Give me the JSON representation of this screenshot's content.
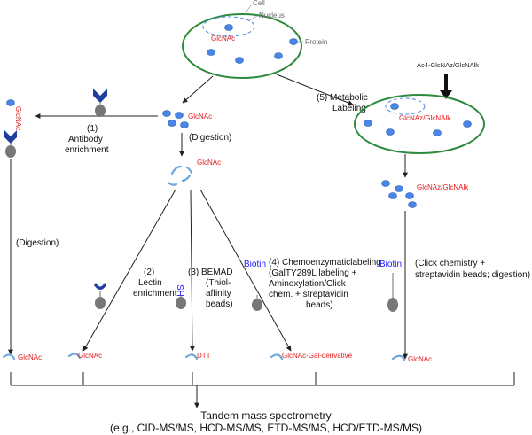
{
  "cell": {
    "cell_label": "Cell",
    "nucleus_label": "Nucleus",
    "protein_label": "Protein",
    "glcnac": "GlcNAc"
  },
  "metabolic": {
    "reagent": "Ac4-GlcNAz/GlcNAlk",
    "step_label": "(5) Metabolic",
    "step_label2": "Labeling",
    "cell_glcnac": "GlcNAz/GlcNAlk",
    "released": "GlcNAz/GlcNAlk",
    "procedure_lines": [
      "(Click chemistry +",
      "streptavidin beads; digestion)"
    ],
    "probe": "Biotin",
    "final": "GlcNAc"
  },
  "released_protein": {
    "glcnac": "GlcNAc"
  },
  "antibody": {
    "step_lines": [
      "(1)",
      "Antibody",
      "enrichment"
    ],
    "bound_label": "GlcNAc",
    "digestion": "(Digestion)",
    "final": "GlcNAc"
  },
  "digestion_main": {
    "label": "(Digestion)",
    "peptides_glcnac": "GlcNAc"
  },
  "lectin": {
    "step_lines": [
      "(2)",
      "Lectin",
      "enrichment"
    ],
    "final": "GlcNAc"
  },
  "bemad": {
    "step_lines": [
      "(3) BEMAD",
      "(Thiol-",
      "affinity",
      "beads)"
    ],
    "probe": "SH",
    "final": "DTT"
  },
  "chemoenzymatic": {
    "step_lines": [
      "(4) Chemoenzymaticlabeling",
      "(GalTY289L labeling +",
      "Aminoxylation/Click",
      "chem. + streptavidin",
      "beads)"
    ],
    "probe": "Biotin",
    "final": "GlcNAc-Gal-derivative"
  },
  "ms": {
    "title": "Tandem mass spectrometry",
    "methods": "(e.g., CID-MS/MS, HCD-MS/MS, ETD-MS/MS, HCD/ETD-MS/MS)"
  }
}
